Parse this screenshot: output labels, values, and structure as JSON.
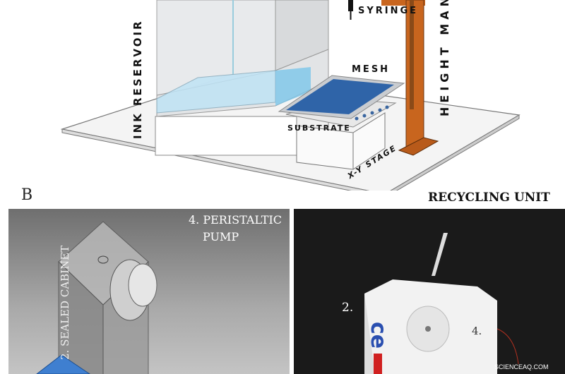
{
  "panel_a": {
    "labels": {
      "ink_reservoir": "INK RESERVOIR",
      "syringe": "SYRINGE",
      "mesh": "MESH",
      "substrate": "SUBSTRATE",
      "xy_stage": "X-Y STAGE",
      "height_manip": "HEIGHT MANIP"
    }
  },
  "panel_b": {
    "letter": "B",
    "title": "RECYCLING UNIT",
    "render_labels": {
      "sealed_cabinet": "2. SEALED CABINET",
      "peristaltic_pump_line1": "4. PERISTALTIC",
      "peristaltic_pump_line2": "PUMP"
    },
    "photo_labels": {
      "cabinet": "2.",
      "pump": "4."
    }
  },
  "watermark": "SCIENCEAQ.COM",
  "colors": {
    "manipulator": "#c8651e",
    "mesh": "#2f64a8",
    "ink": "#bfe3f5",
    "photo_bg": "#1a1a1a"
  }
}
